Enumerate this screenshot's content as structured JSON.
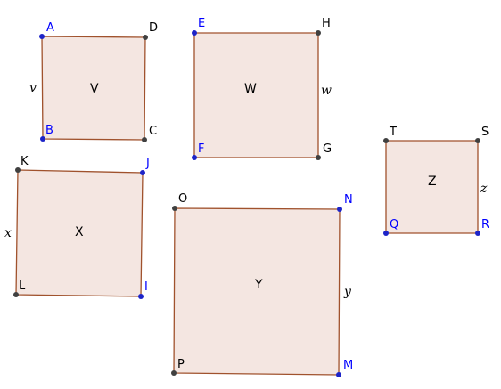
{
  "colors": {
    "fill": "#f4e6e1",
    "stroke": "#a0522d",
    "free_point": "#1d24c8",
    "dependent_point": "#404040",
    "free_label": "#0000ff",
    "dependent_label": "#000000"
  },
  "shapes": [
    {
      "name": "V",
      "side_label": "v",
      "vertices": [
        {
          "label": "A",
          "type": "free"
        },
        {
          "label": "D",
          "type": "dependent"
        },
        {
          "label": "C",
          "type": "dependent"
        },
        {
          "label": "B",
          "type": "free"
        }
      ]
    },
    {
      "name": "W",
      "side_label": "w",
      "vertices": [
        {
          "label": "E",
          "type": "free"
        },
        {
          "label": "H",
          "type": "dependent"
        },
        {
          "label": "G",
          "type": "dependent"
        },
        {
          "label": "F",
          "type": "free"
        }
      ]
    },
    {
      "name": "Z",
      "side_label": "z",
      "vertices": [
        {
          "label": "T",
          "type": "dependent"
        },
        {
          "label": "S",
          "type": "dependent"
        },
        {
          "label": "R",
          "type": "free"
        },
        {
          "label": "Q",
          "type": "free"
        }
      ]
    },
    {
      "name": "X",
      "side_label": "x",
      "vertices": [
        {
          "label": "K",
          "type": "dependent"
        },
        {
          "label": "J",
          "type": "free"
        },
        {
          "label": "I",
          "type": "free"
        },
        {
          "label": "L",
          "type": "dependent"
        }
      ]
    },
    {
      "name": "Y",
      "side_label": "y",
      "vertices": [
        {
          "label": "O",
          "type": "dependent"
        },
        {
          "label": "N",
          "type": "free"
        },
        {
          "label": "M",
          "type": "free"
        },
        {
          "label": "P",
          "type": "dependent"
        }
      ]
    }
  ]
}
